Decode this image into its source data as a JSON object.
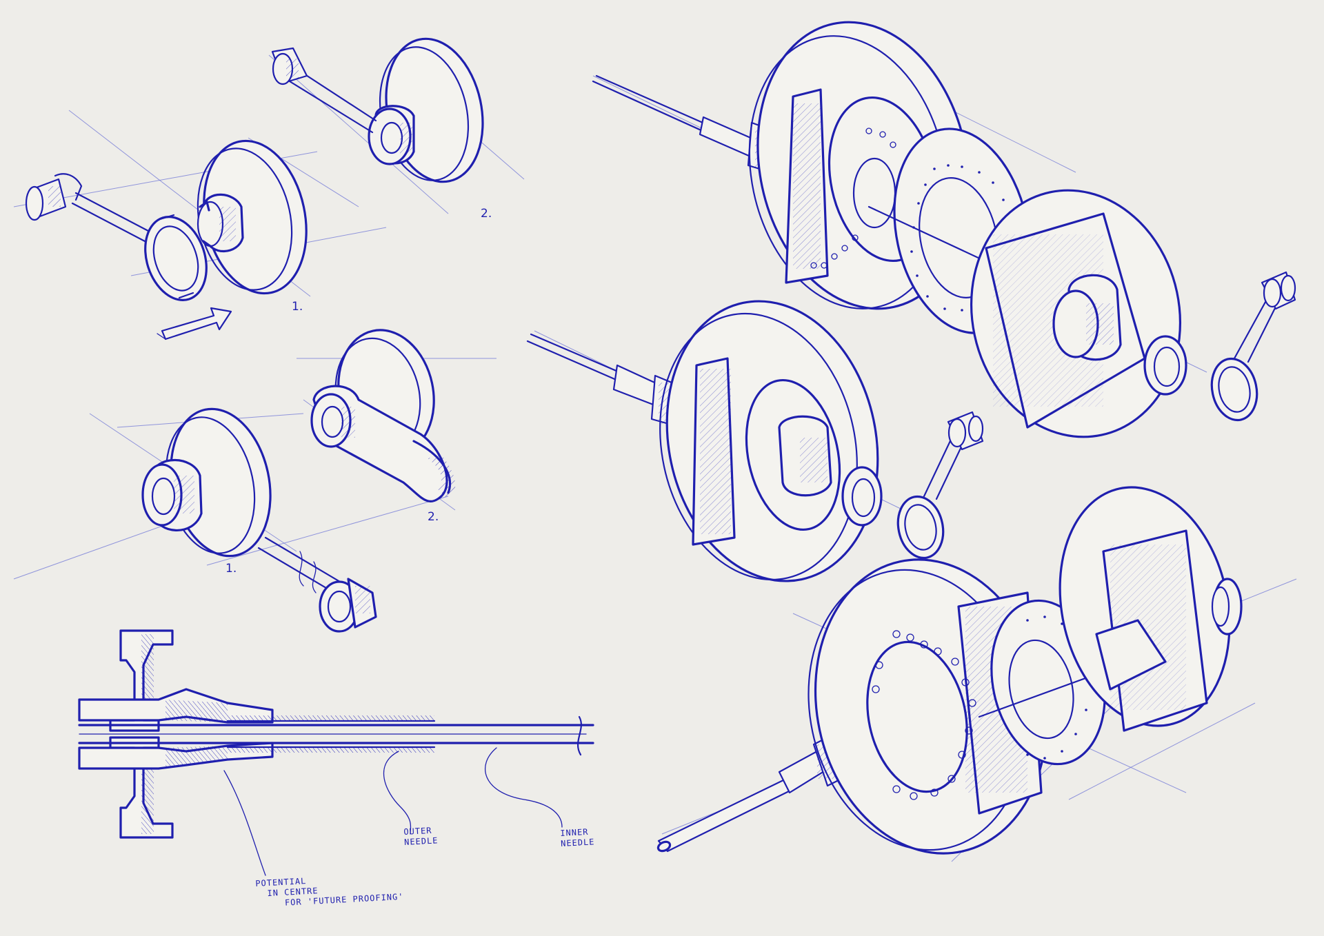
{
  "labels": {
    "sketch1_variant1": "1.",
    "sketch1_variant2": "2.",
    "sketch2_variant1": "1.",
    "sketch2_variant2": "2.",
    "outer_needle": "OUTER\nNEEDLE",
    "inner_needle": "INNER\nNEEDLE",
    "potential_note": "POTENTIAL\n  IN CENTRE\n     FOR 'FUTURE PROOFING'"
  },
  "colors": {
    "ink": "#1f1fae",
    "paper": "#eeede9"
  }
}
